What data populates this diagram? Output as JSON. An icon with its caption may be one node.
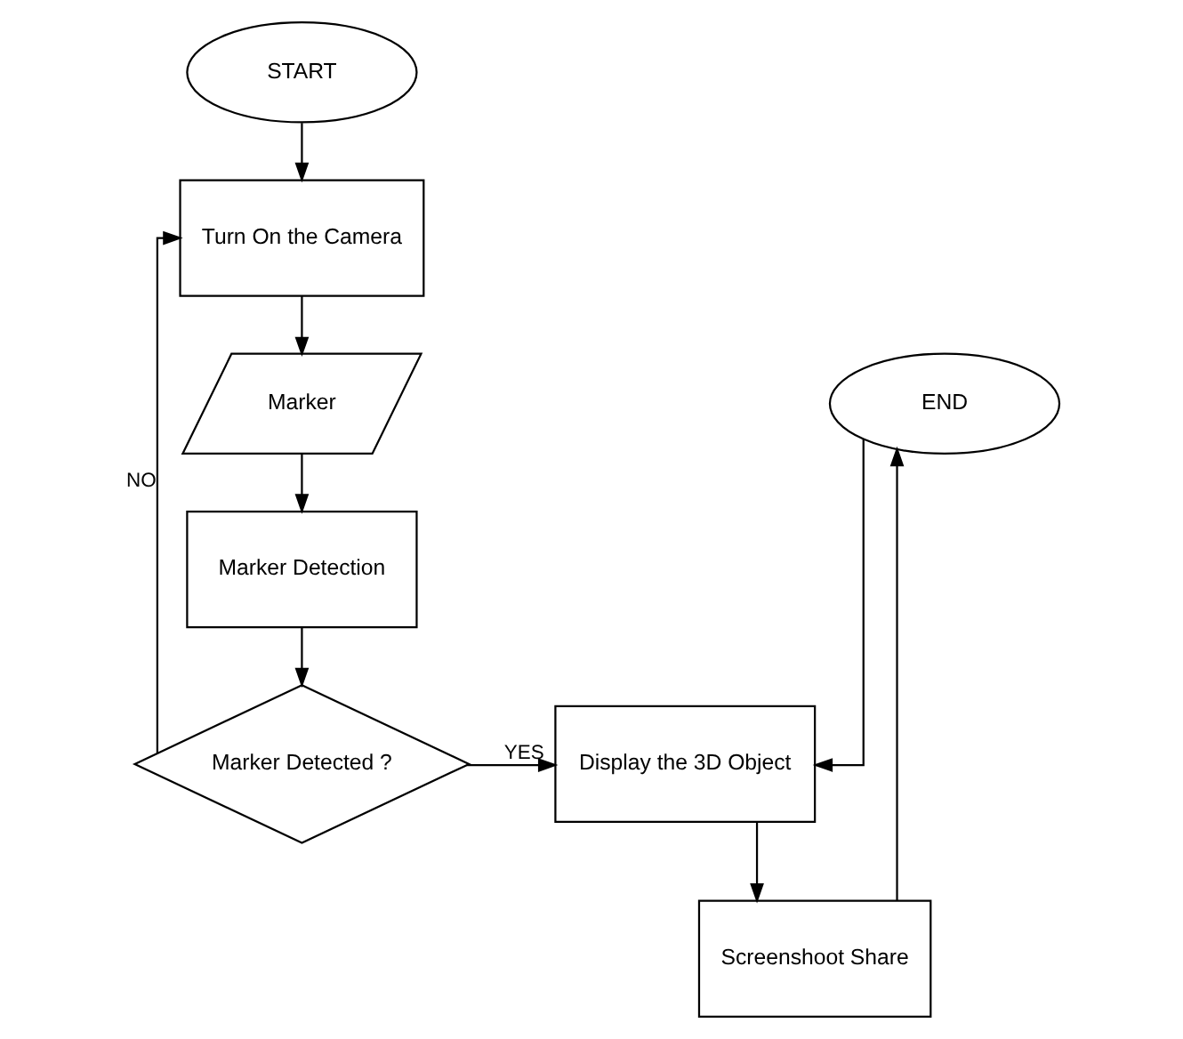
{
  "diagram": {
    "nodes": [
      {
        "text": [
          "START"
        ]
      },
      {
        "text": [
          "Turn On the Camera"
        ]
      },
      {
        "text": [
          "Marker"
        ]
      },
      {
        "text": [
          "Marker Detection"
        ]
      },
      {
        "text": [
          "Marker Detected ?"
        ]
      },
      {
        "text": [
          "END"
        ]
      },
      {
        "text": [
          "Screenshoot Share"
        ]
      },
      {
        "text": [
          "Display the 3D Object"
        ]
      }
    ],
    "edges": [
      {
        "from": 0,
        "to": 1,
        "arrow": "to"
      },
      {
        "from": 1,
        "to": 2,
        "arrow": "to"
      },
      {
        "from": 2,
        "to": 3,
        "arrow": "to"
      },
      {
        "from": 3,
        "to": 4,
        "arrow": "to"
      },
      {
        "from": 4,
        "to": 1,
        "arrow": "to",
        "label": "NO"
      },
      {
        "from": 4,
        "to": 7,
        "arrow": "to",
        "label": "YES"
      },
      {
        "from": 7,
        "to": 6,
        "arrow": "to"
      },
      {
        "from": 6,
        "to": 5,
        "arrow": "to"
      },
      {
        "from": 5,
        "to": 7,
        "arrow": "to"
      }
    ]
  }
}
